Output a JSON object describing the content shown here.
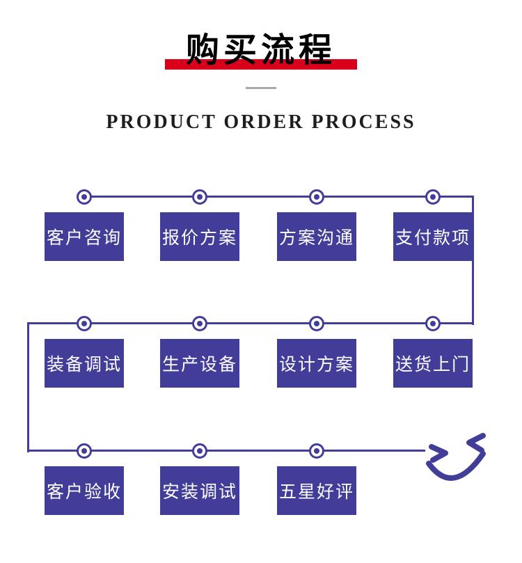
{
  "header": {
    "title": "购买流程",
    "subtitle": "PRODUCT ORDER PROCESS"
  },
  "flow": {
    "rows": [
      {
        "steps": [
          "客户咨询",
          "报价方案",
          "方案沟通",
          "支付款项"
        ]
      },
      {
        "steps": [
          "装备调试",
          "生产设备",
          "设计方案",
          "送货上门"
        ]
      },
      {
        "steps": [
          "客户验收",
          "安装调试",
          "五星好评"
        ]
      }
    ]
  },
  "icons": {
    "smiley": "winking-smiley-face"
  },
  "colors": {
    "accent_purple": "#413d99",
    "accent_red": "#d9001b",
    "title_black": "#000000",
    "box_text_white": "#ffffff"
  }
}
